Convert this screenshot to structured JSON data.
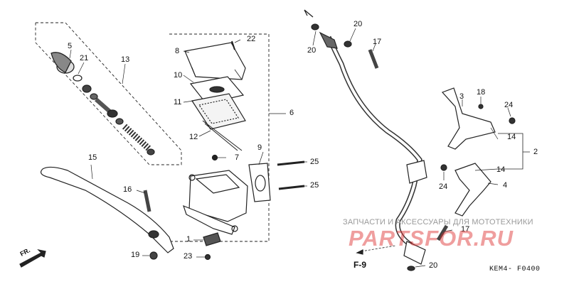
{
  "callouts": {
    "c5": "5",
    "c21": "21",
    "c13": "13",
    "c8": "8",
    "c22": "22",
    "c10": "10",
    "c11": "11",
    "c6": "6",
    "c12": "12",
    "c7": "7",
    "c9": "9",
    "c25a": "25",
    "c25b": "25",
    "c15": "15",
    "c16": "16",
    "c1": "1",
    "c23": "23",
    "c19": "19",
    "c20a": "20",
    "c20b": "20",
    "c17a": "17",
    "c3": "3",
    "c18": "18",
    "c24a": "24",
    "c14a": "14",
    "c2": "2",
    "c14b": "14",
    "c24b": "24",
    "c4": "4",
    "c17b": "17",
    "c20c": "20"
  },
  "watermark": {
    "line1": "ЗАПЧАСТИ И АКСЕССУАРЫ ДЛЯ МОТОТЕХНИКИ",
    "line2": "PARTSFOR.RU"
  },
  "labels": {
    "front": "FR.",
    "figure_ref": "F-9",
    "diagram_code": "KEM4- F0400"
  }
}
